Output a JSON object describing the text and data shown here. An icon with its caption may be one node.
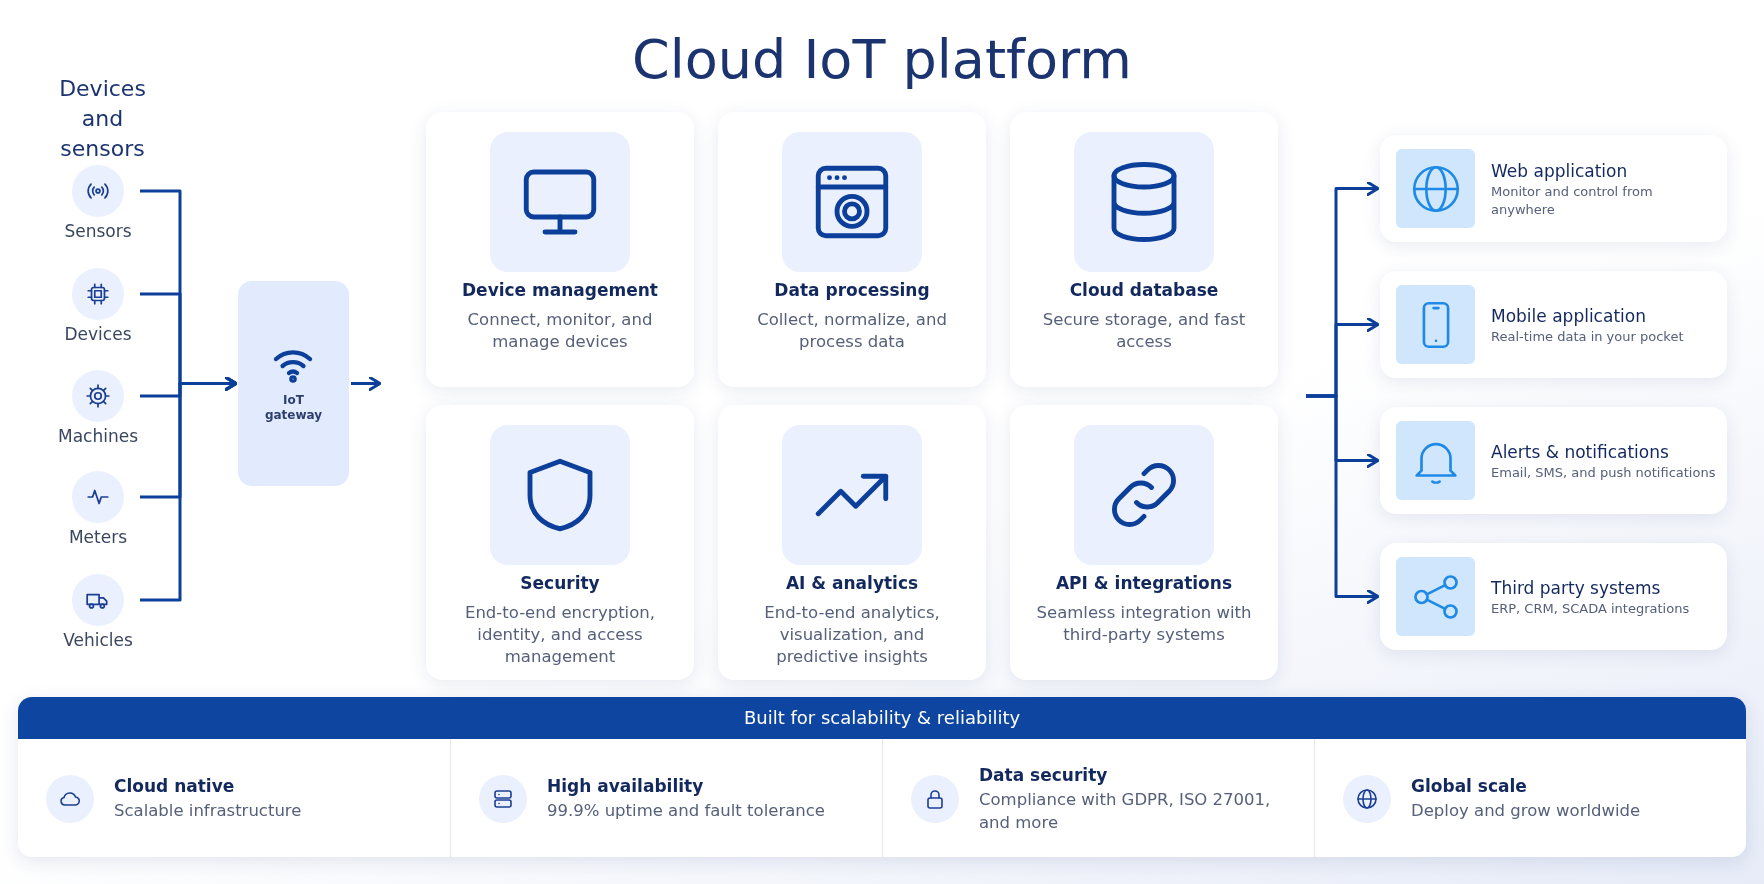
{
  "diagram": {
    "title": "Cloud IoT platform",
    "nodes": [
      {
        "text": [
          "Sensors"
        ]
      },
      {
        "text": [
          "Devices"
        ]
      },
      {
        "text": [
          "Machines"
        ]
      },
      {
        "text": [
          "Meters"
        ]
      },
      {
        "text": [
          "Vehicles"
        ]
      },
      {
        "text": [
          "IoT gateway"
        ]
      },
      {
        "text": [
          "Device management",
          "Connect, monitor, and manage devices"
        ]
      },
      {
        "text": [
          "Data processing",
          "Collect, normalize, and process data"
        ]
      },
      {
        "text": [
          "Cloud database",
          "Secure storage, and fast access"
        ]
      },
      {
        "text": [
          "Security",
          "End-to-end encryption, identity, and access management"
        ]
      },
      {
        "text": [
          "AI & analytics",
          "End-to-end analytics, visualization, and predictive insights"
        ]
      },
      {
        "text": [
          "API & integrations",
          "Seamless integration with third-party systems"
        ]
      },
      {
        "text": [
          "Web application",
          "Monitor and control from anywhere"
        ]
      },
      {
        "text": [
          "Mobile application",
          "Real-time data in your pocket"
        ]
      },
      {
        "text": [
          "Alerts & notifications",
          "Email, SMS, and push notifications"
        ]
      },
      {
        "text": [
          "Third party systems",
          "ERP, CRM, SCADA integrations"
        ]
      },
      {
        "text": [
          "Built for scalability & reliability"
        ]
      },
      {
        "text": [
          "Cloud native",
          "Scalable infrastructure"
        ],
        "in": 16
      },
      {
        "text": [
          "High availability",
          "99.9% uptime and fault tolerance"
        ],
        "in": 16
      },
      {
        "text": [
          "Data security",
          "Compliance with GDPR, ISO 27001, and more"
        ],
        "in": 16
      },
      {
        "text": [
          "Global scale",
          "Deploy and grow worldwide"
        ],
        "in": 16
      }
    ],
    "edges": [
      {
        "from": 0,
        "to": 5,
        "arrow": "to"
      },
      {
        "from": 1,
        "to": 5,
        "arrow": "to"
      },
      {
        "from": 2,
        "to": 5,
        "arrow": "to"
      },
      {
        "from": 3,
        "to": 5,
        "arrow": "to"
      },
      {
        "from": 4,
        "to": 5,
        "arrow": "to"
      },
      {
        "from": 5,
        "to": null,
        "arrow": "to"
      },
      {
        "from": null,
        "to": 12,
        "arrow": "to"
      },
      {
        "from": null,
        "to": 13,
        "arrow": "to"
      },
      {
        "from": null,
        "to": 14,
        "arrow": "to"
      },
      {
        "from": null,
        "to": 15,
        "arrow": "to"
      }
    ],
    "labels": [
      "Devices and sensors"
    ]
  }
}
